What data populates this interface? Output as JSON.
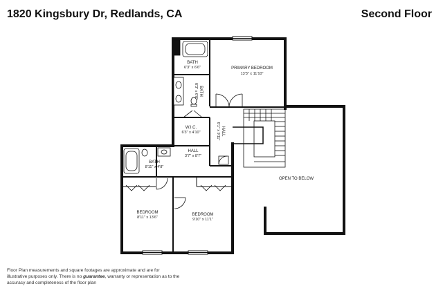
{
  "header": {
    "address": "1820 Kingsbury Dr, Redlands, CA",
    "floor": "Second Floor"
  },
  "rooms": {
    "primary_bedroom": {
      "name": "PRIMARY BEDROOM",
      "dims": "13'3\" x 11'10\""
    },
    "bath_primary": {
      "name": "BATH",
      "dims": "6'3\" x 6'6\""
    },
    "bath_vanity": {
      "name": "BATH",
      "dims": "6'3\" x 6'8\""
    },
    "wic": {
      "name": "W.I.C.",
      "dims": "6'3\" x 4'10\""
    },
    "hall_vertical": {
      "name": "HALL",
      "dims": "6'1\" x 9'11\""
    },
    "hall_small": {
      "name": "HALL",
      "dims": "3'7\" x 8'7\""
    },
    "bath_hall": {
      "name": "BATH",
      "dims": "8'11\" x 4'8\""
    },
    "bedroom_left": {
      "name": "BEDROOM",
      "dims": "8'11\" x 13'6\""
    },
    "bedroom_right": {
      "name": "BEDROOM",
      "dims": "9'10\" x 11'1\""
    },
    "open_to_below": {
      "name": "OPEN TO BELOW"
    }
  },
  "disclaimer": {
    "part1": "Floor Plan measurements and square footages are approximate and are for illustrative purposes only. There is no ",
    "emphasis": "guarantee",
    "part2": ", warranty or representation as to the accuracy and completeness of the floor plan"
  }
}
